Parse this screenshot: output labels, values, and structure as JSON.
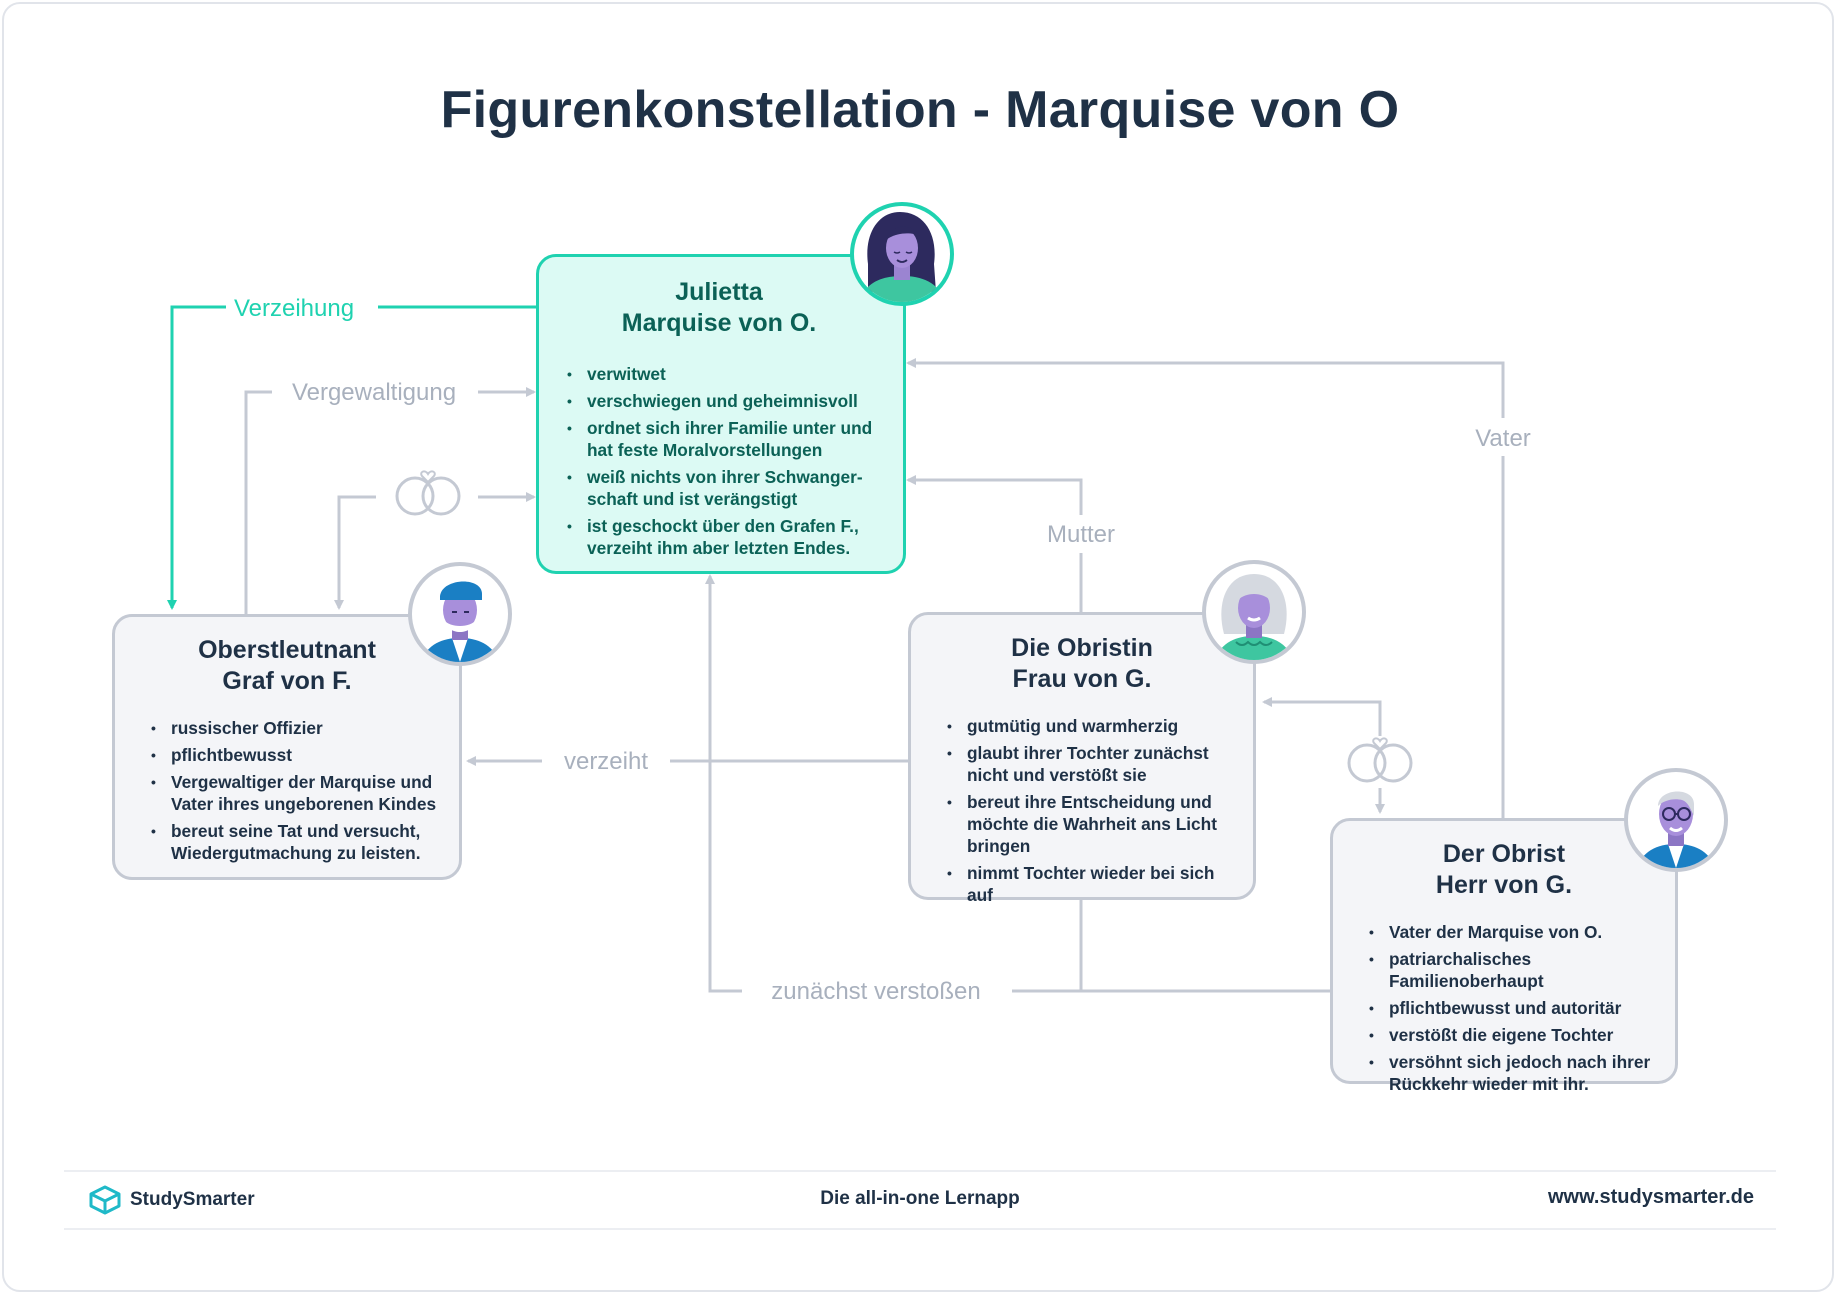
{
  "title": "Figurenkonstellation - Marquise von O",
  "relations": {
    "verzeihung": "Verzeihung",
    "vergewaltigung": "Vergewaltigung",
    "verzeiht": "verzeiht",
    "mutter": "Mutter",
    "vater": "Vater",
    "zunaechst_verstossen": "zunächst verstoßen"
  },
  "characters": {
    "julietta": {
      "name_line1": "Julietta",
      "name_line2": "Marquise von O.",
      "traits": [
        "verwitwet",
        "verschwiegen und geheimnisvoll",
        "ordnet sich ihrer Familie unter und hat feste Moralvorstellungen",
        "weiß nichts von ihrer Schwanger-schaft und ist verängstigt",
        "ist geschockt über den Grafen F., verzeiht ihm aber letzten Endes."
      ]
    },
    "graf": {
      "name_line1": "Oberstleutnant",
      "name_line2": "Graf von F.",
      "traits": [
        "russischer Offizier",
        "pflichtbewusst",
        "Vergewaltiger der Marquise und Vater ihres ungeborenen Kindes",
        "bereut seine Tat und versucht, Wiedergutmachung zu leisten."
      ]
    },
    "obristin": {
      "name_line1": "Die Obristin",
      "name_line2": "Frau von G.",
      "traits": [
        "gutmütig und warmherzig",
        "glaubt ihrer Tochter zunächst nicht und verstößt sie",
        "bereut ihre Entscheidung und möchte die Wahrheit ans Licht bringen",
        "nimmt Tochter wieder bei sich auf"
      ]
    },
    "obrist": {
      "name_line1": "Der Obrist",
      "name_line2": "Herr von G.",
      "traits": [
        "Vater der Marquise von O.",
        "patriarchalisches Familienoberhaupt",
        "pflichtbewusst und autoritär",
        "verstößt die eigene Tochter",
        "versöhnt sich jedoch nach ihrer Rückkehr wieder mit ihr."
      ]
    }
  },
  "icons": {
    "rings": "wedding-rings-icon",
    "logo": "studysmarter-logo-icon"
  },
  "colors": {
    "accent": "#1fd2b0",
    "accent_text": "#0b6156",
    "muted_line": "#c4c9d3",
    "muted_text": "#a8b0bd",
    "dark_text": "#1f3146"
  },
  "footer": {
    "brand": "StudySmarter",
    "tagline": "Die all-in-one Lernapp",
    "url": "www.studysmarter.de"
  }
}
